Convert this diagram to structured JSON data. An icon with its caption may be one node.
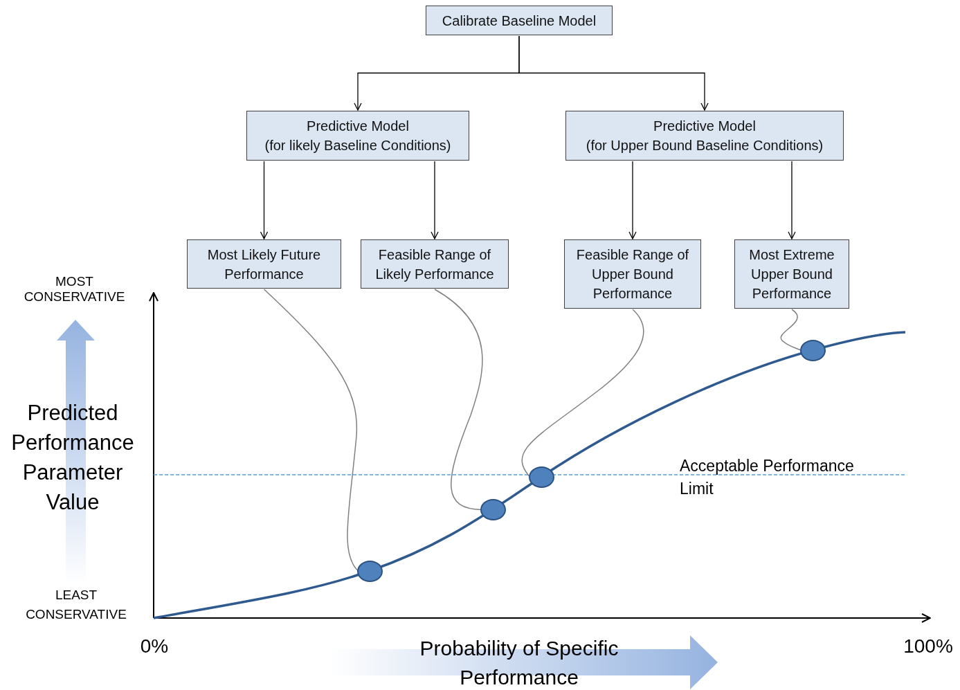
{
  "diagram": {
    "nodes": [
      {
        "text": [
          "Calibrate Baseline Model"
        ]
      },
      {
        "text": [
          "Predictive Model",
          "(for likely Baseline Conditions)"
        ]
      },
      {
        "text": [
          "Predictive Model",
          "(for Upper Bound Baseline Conditions)"
        ]
      },
      {
        "text": [
          "Most Likely Future Performance"
        ]
      },
      {
        "text": [
          "Feasible Range of Likely Performance"
        ]
      },
      {
        "text": [
          "Feasible Range of Upper Bound Performance"
        ]
      },
      {
        "text": [
          "Most Extreme Upper Bound Performance"
        ]
      },
      {
        "text": [],
        "shape": "circle"
      },
      {
        "text": [],
        "shape": "circle"
      },
      {
        "text": [],
        "shape": "circle"
      },
      {
        "text": [],
        "shape": "circle"
      }
    ],
    "edges": [
      {
        "from": 0,
        "to": 1,
        "arrow": "to"
      },
      {
        "from": 0,
        "to": 2,
        "arrow": "to"
      },
      {
        "from": 1,
        "to": 3,
        "arrow": "to"
      },
      {
        "from": 1,
        "to": 4,
        "arrow": "to"
      },
      {
        "from": 2,
        "to": 5,
        "arrow": "to"
      },
      {
        "from": 2,
        "to": 6,
        "arrow": "to"
      },
      {
        "from": 3,
        "to": 7,
        "arrow": "none",
        "color": "#808080"
      },
      {
        "from": 4,
        "to": 8,
        "arrow": "none",
        "color": "#808080"
      },
      {
        "from": 5,
        "to": 9,
        "arrow": "none",
        "color": "#808080"
      },
      {
        "from": 6,
        "to": 10,
        "arrow": "none",
        "color": "#808080"
      }
    ],
    "labels": [
      "MOST CONSERVATIVE",
      "Predicted Performance Parameter Value",
      "LEAST CONSERVATIVE",
      "Acceptable Performance Limit",
      "0%",
      "Probability of Specific Performance",
      "100%"
    ]
  }
}
